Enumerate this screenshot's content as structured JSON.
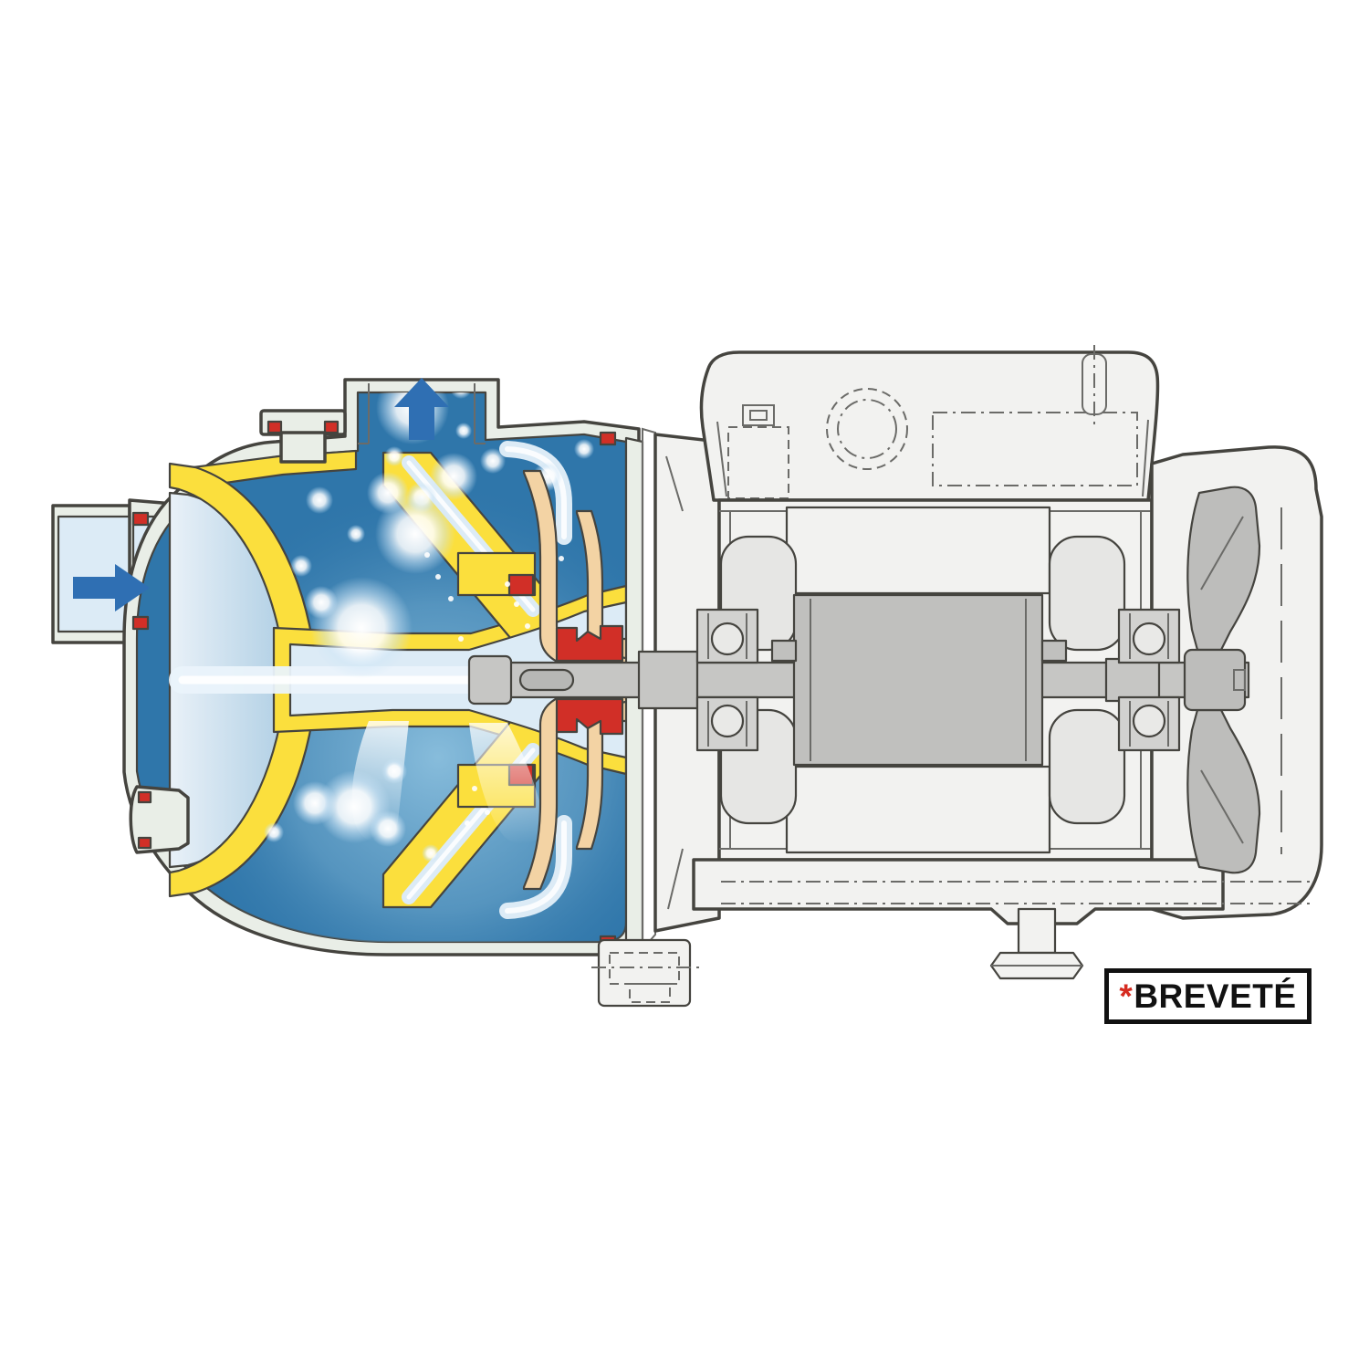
{
  "meta": {
    "description": "Cutaway technical illustration of a self-priming jet pump with electric motor"
  },
  "label": {
    "asterisk": "*",
    "text": "BREVETÉ"
  },
  "icons": {
    "inlet_flow_icon": "arrow-right",
    "outlet_flow_icon": "arrow-up"
  },
  "colors": {
    "background": "#ffffff",
    "outline": "#45443f",
    "outline_thin": "#6b6b68",
    "casing": "#e9eee7",
    "water_dark": "#2f76aa",
    "water_mid": "#5f9cc4",
    "water_light": "#8cc0de",
    "pipe_light": "#dcebf6",
    "yellow": "#fbdf3d",
    "tan": "#f3d3a4",
    "red": "#d12f27",
    "arrow_blue": "#2f6fb3",
    "metal_light": "#f2f2f0",
    "metal_mid": "#e6e6e4",
    "metal_gray": "#c6c6c4",
    "rotor_gray": "#c0c0be",
    "fan_gray": "#bdbdbb",
    "bearing_gray": "#d2d2d0",
    "label_border": "#111111",
    "label_text": "#111111",
    "label_asterisk": "#d62b20"
  }
}
